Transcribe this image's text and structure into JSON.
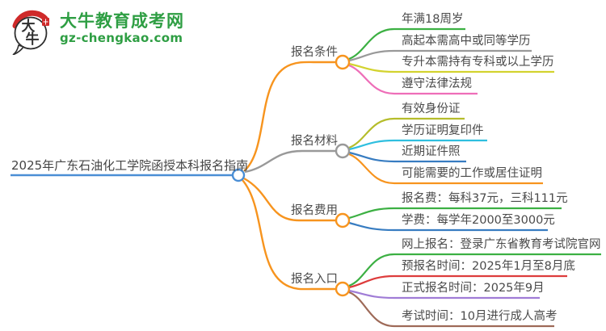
{
  "logo": {
    "icon_char_top": "大",
    "icon_char_bottom": "牛",
    "title": "大牛教育成考网",
    "subtitle": "gz-chengkao.com"
  },
  "root": {
    "label": "2025年广东石油化工学院函授本科报名指南",
    "color": "#4a8ed5"
  },
  "branches": [
    {
      "label": "报名条件",
      "color": "#f7941e",
      "leaves": [
        {
          "label": "年满18周岁",
          "color": "#3cb043"
        },
        {
          "label": "高起本需高中或同等学历",
          "color": "#999999"
        },
        {
          "label": "专升本需持有专科或以上学历",
          "color": "#d3d32f"
        },
        {
          "label": "遵守法律法规",
          "color": "#ee6eb8"
        }
      ]
    },
    {
      "label": "报名材料",
      "color": "#999999",
      "leaves": [
        {
          "label": "有效身份证",
          "color": "#b5bd2b"
        },
        {
          "label": "学历证明复印件",
          "color": "#2fbfdf"
        },
        {
          "label": "近期证件照",
          "color": "#377cc1"
        },
        {
          "label": "可能需要的工作或居住证明",
          "color": "#f7941e"
        }
      ]
    },
    {
      "label": "报名费用",
      "color": "#f7941e",
      "leaves": [
        {
          "label": "报名费：每科37元，三科111元",
          "color": "#3cb043"
        },
        {
          "label": "学费：每学年2000至3000元",
          "color": "#377cc1"
        }
      ]
    },
    {
      "label": "报名入口",
      "color": "#f7941e",
      "leaves": [
        {
          "label": "网上报名：登录广东省教育考试院官网",
          "color": "#3cb043"
        },
        {
          "label": "预报名时间：2025年1月至8月底",
          "color": "#dd3c3c"
        },
        {
          "label": "正式报名时间：2025年9月",
          "color": "#a07cd6"
        },
        {
          "label": "考试时间：10月进行成人高考",
          "color": "#9e6a58"
        }
      ]
    }
  ],
  "colors": {
    "root_blue": "#4a8ed5",
    "branch_orange": "#f7941e",
    "branch_gray": "#999999",
    "logo_green": "#2e9e43",
    "logo_red": "#cf2a2a",
    "text": "#4a4a4a",
    "node_fill": "#ffffff",
    "logo_ink": "#2f2f2f"
  }
}
